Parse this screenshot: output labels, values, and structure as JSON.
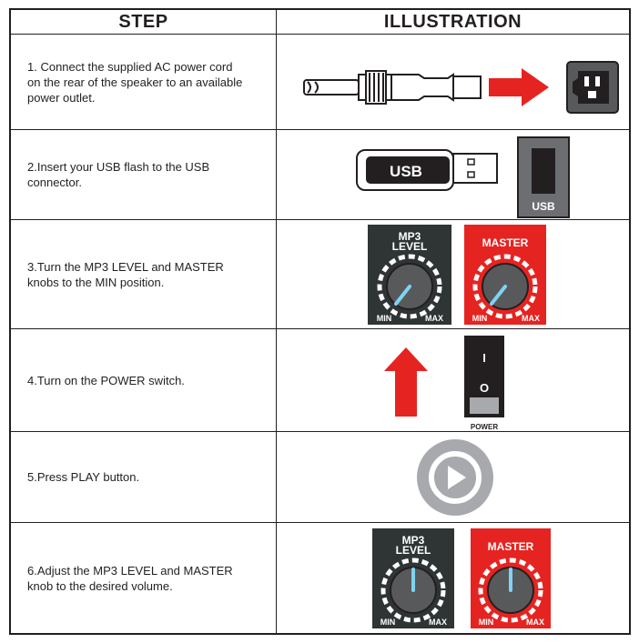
{
  "header": {
    "step": "STEP",
    "illustration": "ILLUSTRATION"
  },
  "steps": [
    {
      "text": "1. Connect the supplied AC power cord\non the rear of the speaker to an available\n power outlet."
    },
    {
      "text": "2.Insert your USB flash to the USB\nconnector.",
      "usb_stick_label": "USB",
      "usb_port_label": "USB"
    },
    {
      "text": "3.Turn the MP3 LEVEL and MASTER\nknobs to the MIN position.",
      "knob_mp3_title_1": "MP3",
      "knob_mp3_title_2": "LEVEL",
      "knob_master_title": "MASTER",
      "min": "MIN",
      "max": "MAX"
    },
    {
      "text": "4.Turn on the POWER switch.",
      "switch_on": "I",
      "switch_off": "O",
      "switch_label": "POWER"
    },
    {
      "text": "5.Press PLAY button."
    },
    {
      "text": "6.Adjust the MP3 LEVEL and MASTER\nknob to the desired volume.",
      "knob_mp3_title_1": "MP3",
      "knob_mp3_title_2": "LEVEL",
      "knob_master_title": "MASTER",
      "min": "MIN",
      "max": "MAX"
    }
  ],
  "colors": {
    "red": "#e52421",
    "dark_panel": "#2f3434",
    "gray_play": "#a7a9ac",
    "ink": "#231f20"
  },
  "icons": [
    "power-cord-icon",
    "arrow-right-icon",
    "ac-inlet-icon",
    "usb-stick-icon",
    "usb-port-icon",
    "knob-icon",
    "arrow-up-icon",
    "power-switch-icon",
    "play-icon"
  ]
}
